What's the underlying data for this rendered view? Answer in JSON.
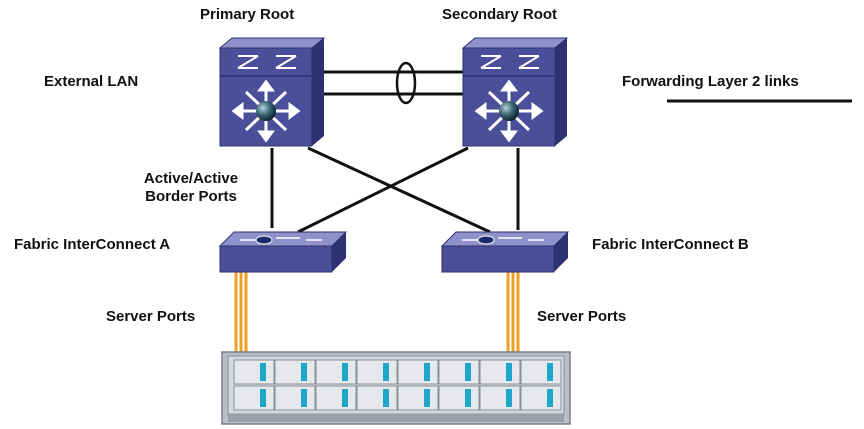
{
  "labels": {
    "primary_root": "Primary Root",
    "secondary_root": "Secondary Root",
    "external_lan": "External LAN",
    "legend": "Forwarding Layer 2 links",
    "border_ports_line1": "Active/Active",
    "border_ports_line2": "Border Ports",
    "fabric_a": "Fabric InterConnect A",
    "fabric_b": "Fabric InterConnect B",
    "server_ports_left": "Server Ports",
    "server_ports_right": "Server Ports"
  },
  "colors": {
    "switch_body": "#4b4f9a",
    "switch_side": "#2e3170",
    "switch_top": "#8f92c8",
    "link": "#111111",
    "server_link": "#f0a020",
    "chassis": "#c8ccd2",
    "blade_accent": "#1ea7c8"
  },
  "icons": {
    "core_switch": "layer3-switch-icon",
    "fabric_switch": "fabric-interconnect-icon",
    "chassis": "blade-chassis-icon",
    "port_channel": "port-channel-ellipse-icon"
  }
}
